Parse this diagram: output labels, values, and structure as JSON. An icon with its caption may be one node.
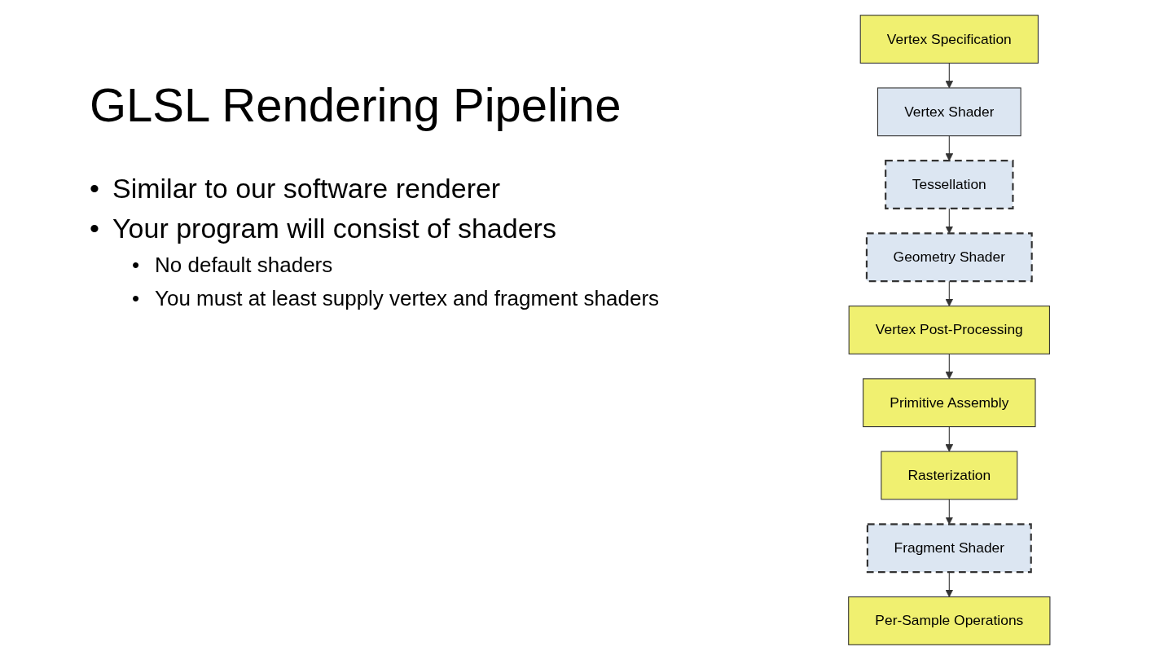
{
  "diagram": {
    "title": "GLSL Rendering Pipeline",
    "nodes": [
      {
        "text": [
          "Vertex Specification"
        ]
      },
      {
        "text": [
          "Vertex Shader"
        ]
      },
      {
        "text": [
          "Tessellation"
        ]
      },
      {
        "text": [
          "Geometry Shader"
        ]
      },
      {
        "text": [
          "Vertex Post-Processing"
        ]
      },
      {
        "text": [
          "Primitive Assembly"
        ]
      },
      {
        "text": [
          "Rasterization"
        ]
      },
      {
        "text": [
          "Fragment Shader"
        ]
      },
      {
        "text": [
          "Per-Sample Operations"
        ]
      }
    ],
    "edges": [
      {
        "from": 0,
        "to": 1,
        "arrow": "to"
      },
      {
        "from": 1,
        "to": 2,
        "arrow": "to"
      },
      {
        "from": 2,
        "to": 3,
        "arrow": "to"
      },
      {
        "from": 3,
        "to": 4,
        "arrow": "to"
      },
      {
        "from": 4,
        "to": 5,
        "arrow": "to"
      },
      {
        "from": 5,
        "to": 6,
        "arrow": "to"
      },
      {
        "from": 6,
        "to": 7,
        "arrow": "to"
      },
      {
        "from": 7,
        "to": 8,
        "arrow": "to"
      }
    ],
    "labels": [
      "•",
      "Similar to our software renderer",
      "•",
      "Your program will consist of shaders",
      "•",
      "No default shaders",
      "•",
      "You must at least supply vertex and fragment shaders"
    ]
  }
}
